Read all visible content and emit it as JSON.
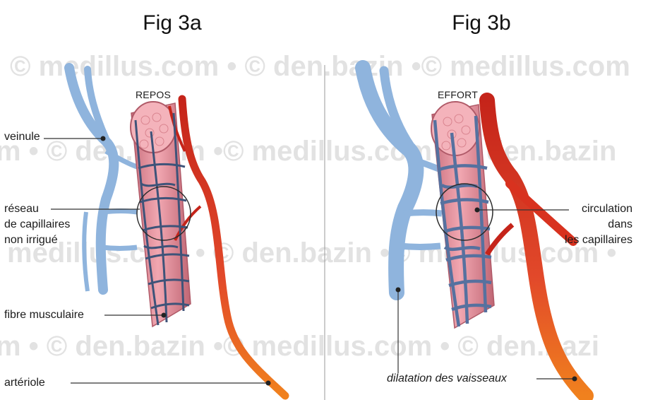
{
  "figures": [
    {
      "title": "Fig 3a",
      "panel_title": "REPOS",
      "labels": {
        "veinule": "veinule",
        "reseau": [
          "réseau",
          "de capillaires",
          "non irrigué"
        ],
        "fibre": "fibre musculaire",
        "arteriole": "artériole"
      }
    },
    {
      "title": "Fig 3b",
      "panel_title": "EFFORT",
      "labels": {
        "circulation": [
          "circulation",
          "dans",
          "les capillaires"
        ],
        "dilatation": "dilatation des vaisseaux"
      }
    }
  ],
  "watermark": {
    "lines": [
      "© medillus.com • © den.bazin •© medillus.com",
      "m • © den.bazin •© medillus.com • © den.bazin",
      "medillus.com • © den.bazin •© medillus.com •",
      "m • © den.bazin •© medillus.com • © den.bazi"
    ]
  },
  "colors": {
    "vein": "#8fb4dd",
    "artery": "#d8321f",
    "muscle": "#e98e99",
    "capillary": "#3e5379",
    "divider": "#9a9a9a"
  }
}
